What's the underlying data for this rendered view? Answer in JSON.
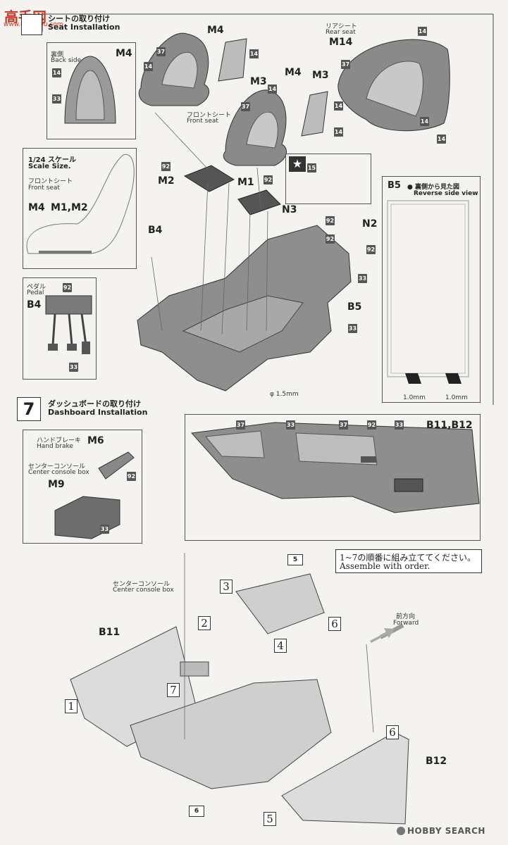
{
  "watermark_top": {
    "brand": "高手",
    "brand2": "网",
    "url": "www.gaoshou.com"
  },
  "step6": {
    "title_jp": "シートの取り付け",
    "title_en": "Seat Installation"
  },
  "step7": {
    "number": "7",
    "title_jp": "ダッシュボードの取り付け",
    "title_en": "Dashboard Installation"
  },
  "back_side_box": {
    "jp": "裏側",
    "en": "Back side",
    "part": "M4"
  },
  "scale_box": {
    "title_jp": "1/24 スケール",
    "title_en": "Scale Size.",
    "sub_jp": "フロントシート",
    "sub_en": "Front seat",
    "part_a": "M4",
    "part_b": "M1,M2"
  },
  "pedal_box": {
    "jp": "ペダル",
    "en": "Pedal",
    "part": "B4"
  },
  "reverse_box": {
    "part": "B5",
    "jp": "裏側から見た図",
    "en": "Reverse side view",
    "dim1": "1.0mm",
    "dim2": "1.0mm"
  },
  "front_seat": {
    "jp": "フロントシート",
    "en": "Front seat"
  },
  "rear_seat": {
    "jp": "リアシート",
    "en": "Rear seat",
    "part": "M14"
  },
  "parts": {
    "m4": "M4",
    "m3": "M3",
    "m2": "M2",
    "m1": "M1",
    "b4": "B4",
    "n3": "N3",
    "n2": "N2",
    "b5": "B5",
    "drill": "φ 1.5mm",
    "b11b12": "B11,B12",
    "b11": "B11",
    "b12": "B12"
  },
  "paint": {
    "c14": "14",
    "c37": "37",
    "c33": "33",
    "c92": "92",
    "c15": "15"
  },
  "handbrake_box": {
    "hb_jp": "ハンドブレーキ",
    "hb_en": "Hand brake",
    "hb_part": "M6",
    "cc_jp": "センターコンソール",
    "cc_en": "Center console box",
    "cc_part": "M9"
  },
  "order_note": {
    "jp": "1~7の順番に組み立ててください。",
    "en": "Assemble with order."
  },
  "assembly": {
    "forward_jp": "前方向",
    "forward_en": "Forward",
    "cc_jp": "センターコンソール",
    "cc_en": "Center console box",
    "steps": [
      "1",
      "2",
      "3",
      "4",
      "5",
      "6",
      "6",
      "7",
      "5",
      "6"
    ]
  },
  "watermark_bottom": {
    "text": "HOBBY SEARCH"
  }
}
